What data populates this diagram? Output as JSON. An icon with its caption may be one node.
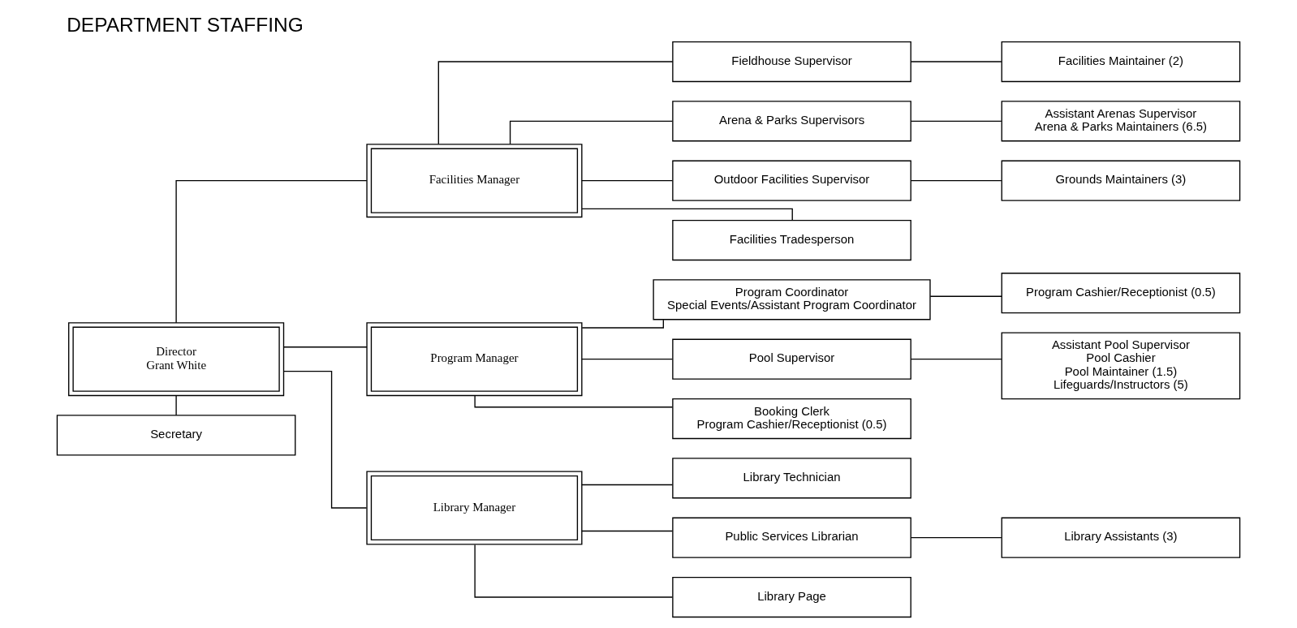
{
  "diagram": {
    "title": "DEPARTMENT STAFFING",
    "nodes": [
      {
        "text": [
          "Director",
          "Grant White"
        ]
      },
      {
        "text": [
          "Secretary"
        ]
      },
      {
        "text": [
          "Facilities Manager"
        ]
      },
      {
        "text": [
          "Program Manager"
        ]
      },
      {
        "text": [
          "Library Manager"
        ]
      },
      {
        "text": [
          "Fieldhouse Supervisor"
        ]
      },
      {
        "text": [
          "Arena & Parks Supervisors"
        ]
      },
      {
        "text": [
          "Outdoor Facilities Supervisor"
        ]
      },
      {
        "text": [
          "Facilities Tradesperson"
        ]
      },
      {
        "text": [
          "Program Coordinator",
          "Special Events/Assistant Program Coordinator"
        ]
      },
      {
        "text": [
          "Pool Supervisor"
        ]
      },
      {
        "text": [
          "Booking Clerk",
          "Program Cashier/Receptionist (0.5)"
        ]
      },
      {
        "text": [
          "Library Technician"
        ]
      },
      {
        "text": [
          "Public Services Librarian"
        ]
      },
      {
        "text": [
          "Library Page"
        ]
      },
      {
        "text": [
          "Facilities Maintainer (2)"
        ]
      },
      {
        "text": [
          "Assistant Arenas Supervisor",
          "Arena & Parks Maintainers (6.5)"
        ]
      },
      {
        "text": [
          "Grounds Maintainers (3)"
        ]
      },
      {
        "text": [
          "Program Cashier/Receptionist (0.5)"
        ]
      },
      {
        "text": [
          "Assistant Pool Supervisor",
          "Pool Cashier",
          "Pool Maintainer (1.5)",
          "Lifeguards/Instructors (5)"
        ]
      },
      {
        "text": [
          "Library Assistants (3)"
        ]
      }
    ],
    "edges": [
      {
        "from": 0,
        "to": 1,
        "arrow": "none"
      },
      {
        "from": 0,
        "to": 2,
        "arrow": "none"
      },
      {
        "from": 0,
        "to": 3,
        "arrow": "none"
      },
      {
        "from": 0,
        "to": 4,
        "arrow": "none"
      },
      {
        "from": 2,
        "to": 5,
        "arrow": "none"
      },
      {
        "from": 2,
        "to": 6,
        "arrow": "none"
      },
      {
        "from": 2,
        "to": 7,
        "arrow": "none"
      },
      {
        "from": 2,
        "to": 8,
        "arrow": "none"
      },
      {
        "from": 3,
        "to": 9,
        "arrow": "none"
      },
      {
        "from": 3,
        "to": 10,
        "arrow": "none"
      },
      {
        "from": 3,
        "to": 11,
        "arrow": "none"
      },
      {
        "from": 4,
        "to": 12,
        "arrow": "none"
      },
      {
        "from": 4,
        "to": 13,
        "arrow": "none"
      },
      {
        "from": 4,
        "to": 14,
        "arrow": "none"
      },
      {
        "from": 5,
        "to": 15,
        "arrow": "none"
      },
      {
        "from": 6,
        "to": 16,
        "arrow": "none"
      },
      {
        "from": 7,
        "to": 17,
        "arrow": "none"
      },
      {
        "from": 9,
        "to": 18,
        "arrow": "none"
      },
      {
        "from": 10,
        "to": 19,
        "arrow": "none"
      },
      {
        "from": 13,
        "to": 20,
        "arrow": "none"
      }
    ]
  }
}
